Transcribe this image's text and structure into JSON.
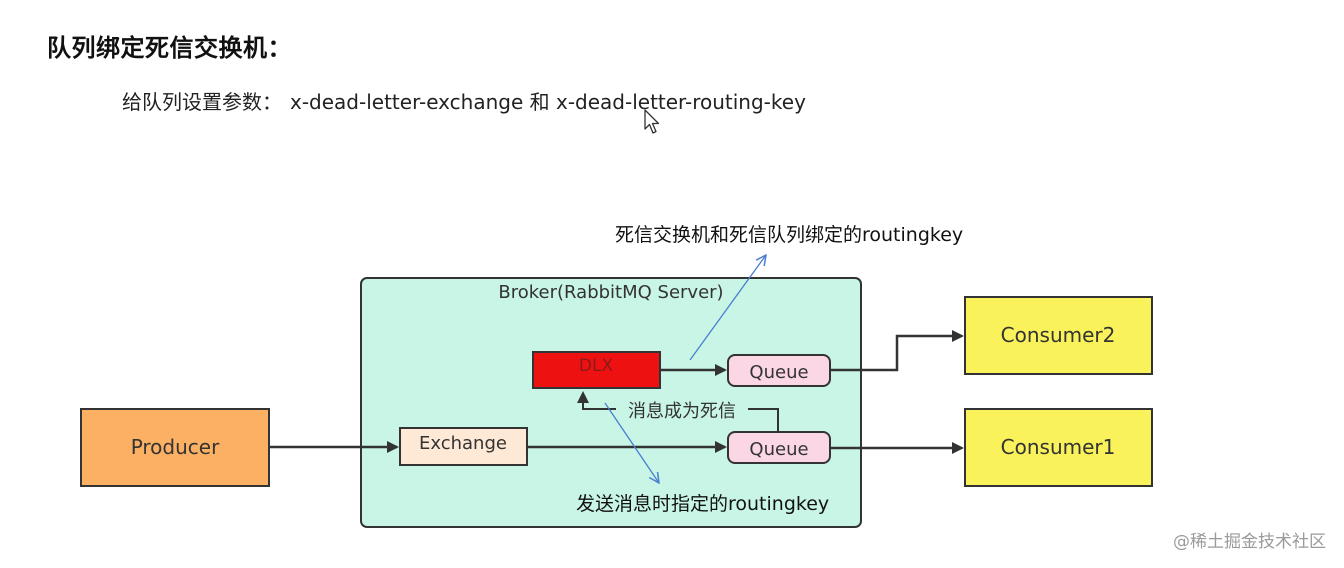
{
  "heading": "队列绑定死信交换机：",
  "description": {
    "prefix": "给队列设置参数：",
    "params": "x-dead-letter-exchange 和 x-dead-letter-routing-key"
  },
  "diagram": {
    "broker_label": "Broker(RabbitMQ Server)",
    "producer": "Producer",
    "exchange": "Exchange",
    "dlx": "DLX",
    "queue_top": "Queue",
    "queue_bottom": "Queue",
    "consumer2": "Consumer2",
    "consumer1": "Consumer1",
    "note_dead": "消息成为死信",
    "note_dlx_routing": "死信交换机和死信队列绑定的routingkey",
    "note_send_routing": "发送消息时指定的routingkey"
  },
  "colors": {
    "broker_fill": "#c8f5e6",
    "producer_fill": "#fbb063",
    "exchange_fill": "#fde9d6",
    "dlx_fill": "#ee1111",
    "queue_fill": "#fbd7e6",
    "consumer_fill": "#f9f25a",
    "arrow": "#333333",
    "note_arrow": "#4a7fd0"
  },
  "watermark": "@稀土掘金技术社区"
}
